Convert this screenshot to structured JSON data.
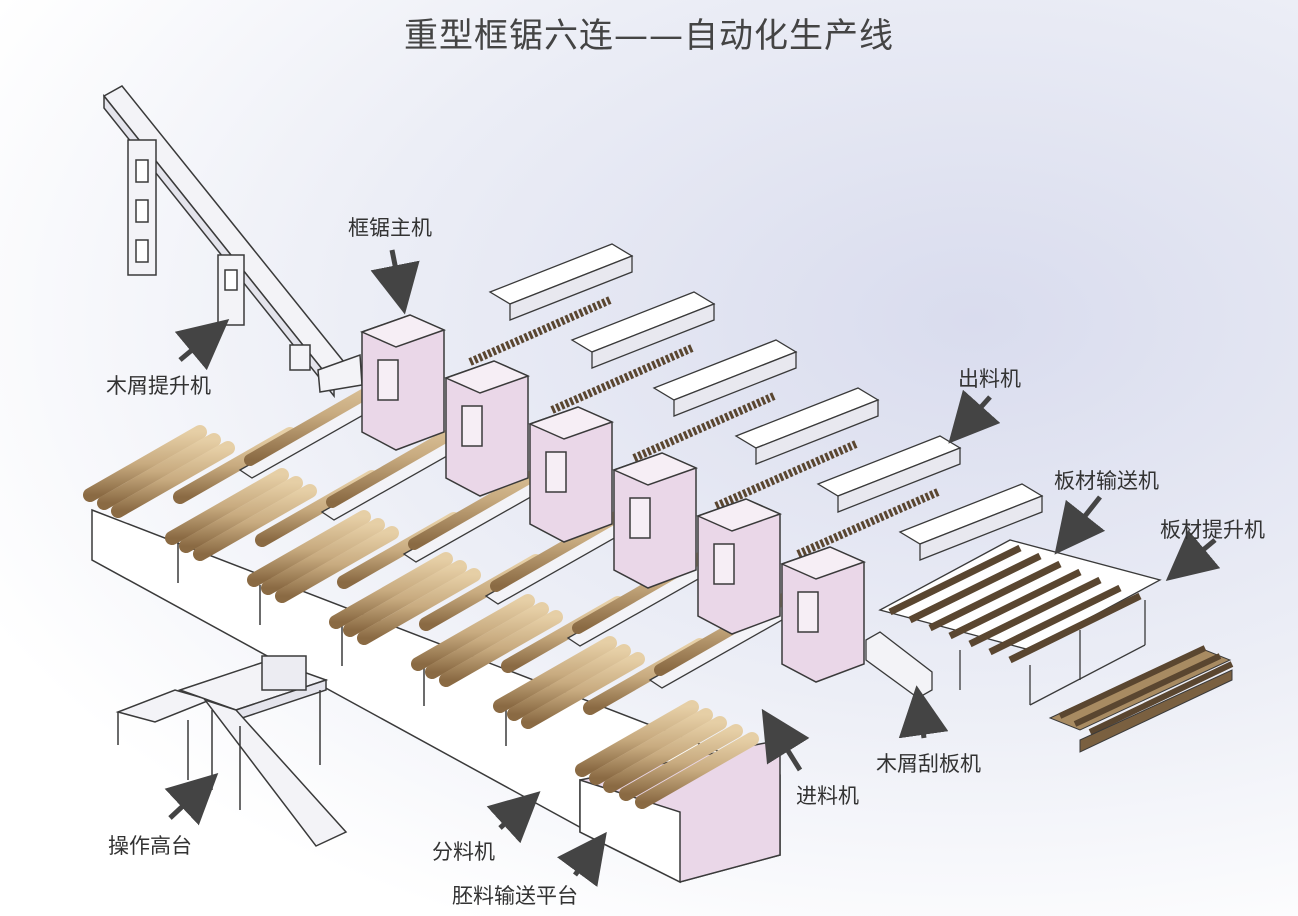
{
  "title": "重型框锯六连——自动化生产线",
  "labels": {
    "main_saw": "框锯主机",
    "dust_lift": "木屑提升机",
    "outfeed": "出料机",
    "board_conveyor": "板材输送机",
    "board_lift": "板材提升机",
    "dust_scraper": "木屑刮板机",
    "infeed": "进料机",
    "platform": "操作高台",
    "splitter": "分料机",
    "blank_conveyor": "胚料输送平台"
  },
  "colors": {
    "frame_fill": "#f3f3f7",
    "saw_fill": "#ead7e8",
    "log_fill": "#c8ab80",
    "log_dark": "#8a6a43",
    "board_dark": "#5a4630",
    "outline": "#3a3a3a",
    "arrow": "#444444"
  }
}
